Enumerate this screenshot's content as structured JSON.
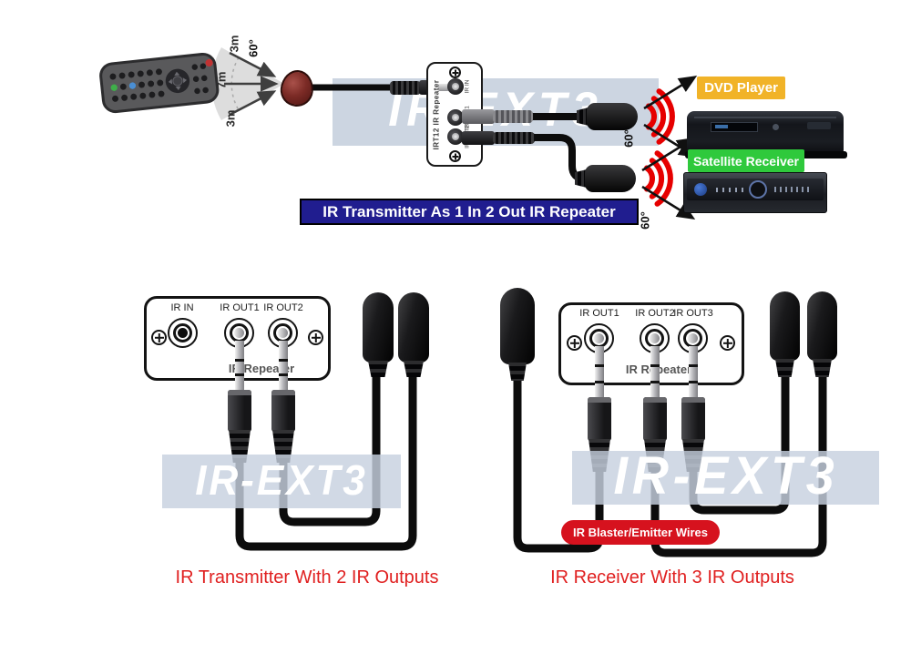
{
  "top": {
    "range": {
      "top_3m": "3m",
      "angle_60": "60°",
      "mid_7m": "7m",
      "bottom_3m": "3m"
    },
    "repeater": {
      "name_label": "IRT12  IR Repeater",
      "port_in": "IR IN",
      "port_out1": "IR OUT1",
      "port_out2": "IR OUT2"
    },
    "watermark": "IR-EXT3",
    "beam": {
      "dvd_angle": "60°",
      "sat_angle": "60°"
    },
    "dvd_label": "DVD Player",
    "sat_label": "Satellite Receiver",
    "banner": "IR Transmitter As 1 In 2 Out IR Repeater"
  },
  "bottom_left": {
    "port_in": "IR IN",
    "port_out1": "IR OUT1",
    "port_out2": "IR OUT2",
    "panel_label": "IR Repeater",
    "watermark": "IR-EXT3",
    "caption": "IR Transmitter With 2 IR Outputs"
  },
  "bottom_right": {
    "port_out1": "IR OUT1",
    "port_out2": "IR OUT2",
    "port_out3": "IR OUT3",
    "panel_label": "IR Repeater",
    "watermark": "IR-EXT3",
    "wires_tag": "IR Blaster/Emitter Wires",
    "caption": "IR Receiver With 3 IR Outputs"
  },
  "colors": {
    "banner_bg": "#201D8F",
    "dvd_label_bg": "#F1B328",
    "sat_label_bg": "#2FC93C",
    "caption_red": "#E02020",
    "wires_tag_bg": "#D6121E",
    "watermark_band": "#CCD5E1",
    "ir_beam_red": "#E60000"
  }
}
